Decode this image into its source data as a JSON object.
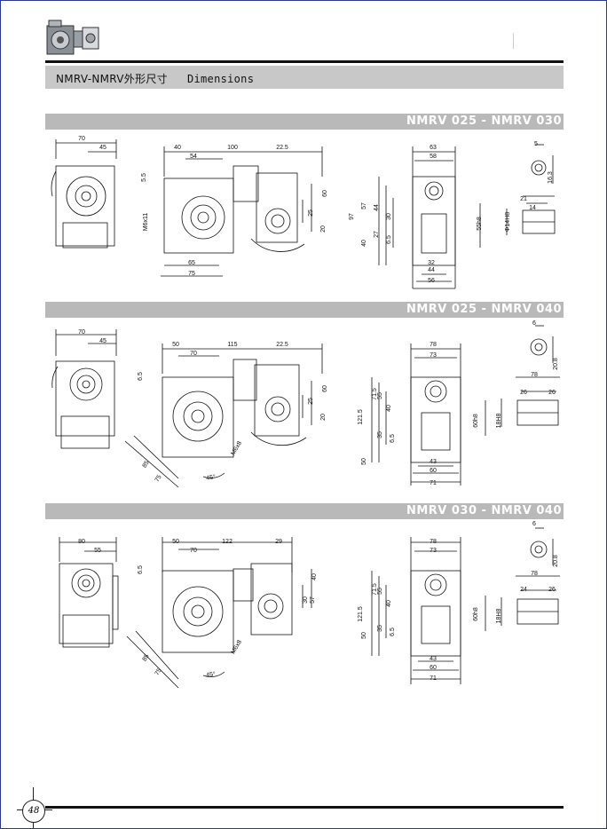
{
  "header": {
    "title_cn": "NMRV-NMRV外形尺寸",
    "title_en": "Dimensions"
  },
  "sections": [
    {
      "label": "NMRV 025 - NMRV 030",
      "dims": [
        "70",
        "45",
        "5.5",
        "40",
        "54",
        "100",
        "22.5",
        "60",
        "25",
        "20",
        "65",
        "75",
        "M6x11",
        "63",
        "58",
        "57",
        "44",
        "30",
        "27",
        "6.5",
        "40",
        "97",
        "55h8",
        "32",
        "44",
        "56",
        "5",
        "16.3",
        "21",
        "14",
        "Φ14H8"
      ]
    },
    {
      "label": "NMRV 025 - NMRV 040",
      "dims": [
        "70",
        "45",
        "6.5",
        "50",
        "70",
        "115",
        "22.5",
        "60",
        "25",
        "20",
        "85",
        "75",
        "45°",
        "M6x8",
        "78",
        "73",
        "71.5",
        "55",
        "40",
        "35",
        "6.5",
        "121.5",
        "50",
        "60h8",
        "43",
        "60",
        "71",
        "6",
        "20.8",
        "78",
        "26",
        "26",
        "18H8"
      ]
    },
    {
      "label": "NMRV 030 - NMRV 040",
      "dims": [
        "80",
        "55",
        "6.5",
        "50",
        "70",
        "122",
        "29",
        "40",
        "30",
        "57",
        "85",
        "75",
        "45°",
        "M6x8",
        "78",
        "73",
        "71.5",
        "55",
        "40",
        "35",
        "6.5",
        "121.5",
        "50",
        "60h8",
        "43",
        "60",
        "71",
        "6",
        "20.8",
        "78",
        "24",
        "26",
        "18H8"
      ]
    }
  ],
  "page_number": "48"
}
